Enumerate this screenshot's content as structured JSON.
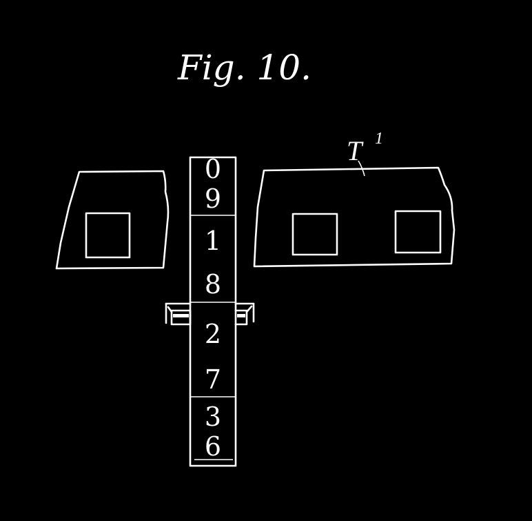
{
  "figure": {
    "title": "Fig. 10.",
    "label": "T",
    "label_superscript": "1"
  },
  "wheel": {
    "digits": [
      "0",
      "9",
      "1",
      "8",
      "2",
      "7",
      "3",
      "6"
    ]
  },
  "colors": {
    "background": "#000000",
    "ink": "#ffffff"
  }
}
